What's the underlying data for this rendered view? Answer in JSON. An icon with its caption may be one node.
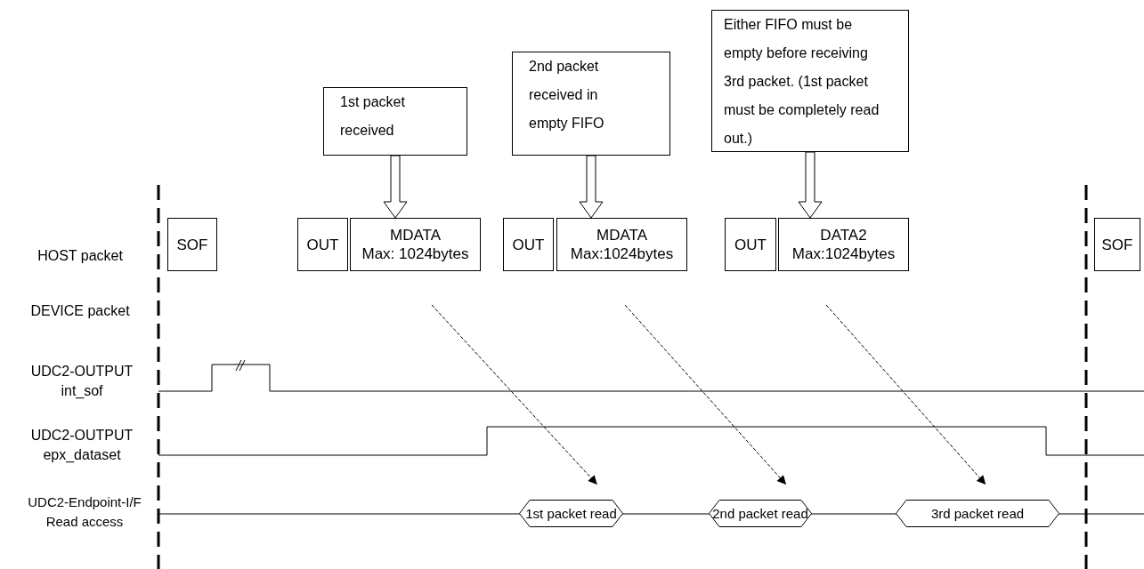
{
  "diagram": {
    "nodes": [
      {
        "text": [
          "1st packet received"
        ]
      },
      {
        "text": [
          "2nd packet received in empty FIFO"
        ]
      },
      {
        "text": [
          "Either FIFO must be empty before receiving 3rd packet. (1st packet must be completely read out.)"
        ]
      },
      {
        "text": [
          "SOF"
        ]
      },
      {
        "text": [
          "OUT"
        ]
      },
      {
        "text": [
          "MDATA",
          "Max: 1024bytes"
        ]
      },
      {
        "text": [
          "OUT"
        ]
      },
      {
        "text": [
          "MDATA",
          "Max:1024bytes"
        ]
      },
      {
        "text": [
          "OUT"
        ]
      },
      {
        "text": [
          "DATA2",
          "Max:1024bytes"
        ]
      },
      {
        "text": [
          "SOF"
        ]
      },
      {
        "text": [
          "1st packet read"
        ]
      },
      {
        "text": [
          "2nd packet read"
        ]
      },
      {
        "text": [
          "3rd packet read"
        ]
      }
    ],
    "edges": [
      {
        "from": 0,
        "to": 5,
        "arrow": "to"
      },
      {
        "from": 1,
        "to": 7,
        "arrow": "to"
      },
      {
        "from": 2,
        "to": 9,
        "arrow": "to"
      },
      {
        "from": null,
        "to": 11,
        "arrow": "to",
        "style": "dashed"
      },
      {
        "from": null,
        "to": 12,
        "arrow": "to",
        "style": "dashed"
      },
      {
        "from": null,
        "to": 13,
        "arrow": "to",
        "style": "dashed"
      }
    ],
    "labels": [
      "HOST packet",
      "DEVICE packet",
      "UDC2-OUTPUT int_sof",
      "UDC2-OUTPUT epx_dataset",
      "UDC2-Endpoint-I/F Read access"
    ]
  }
}
